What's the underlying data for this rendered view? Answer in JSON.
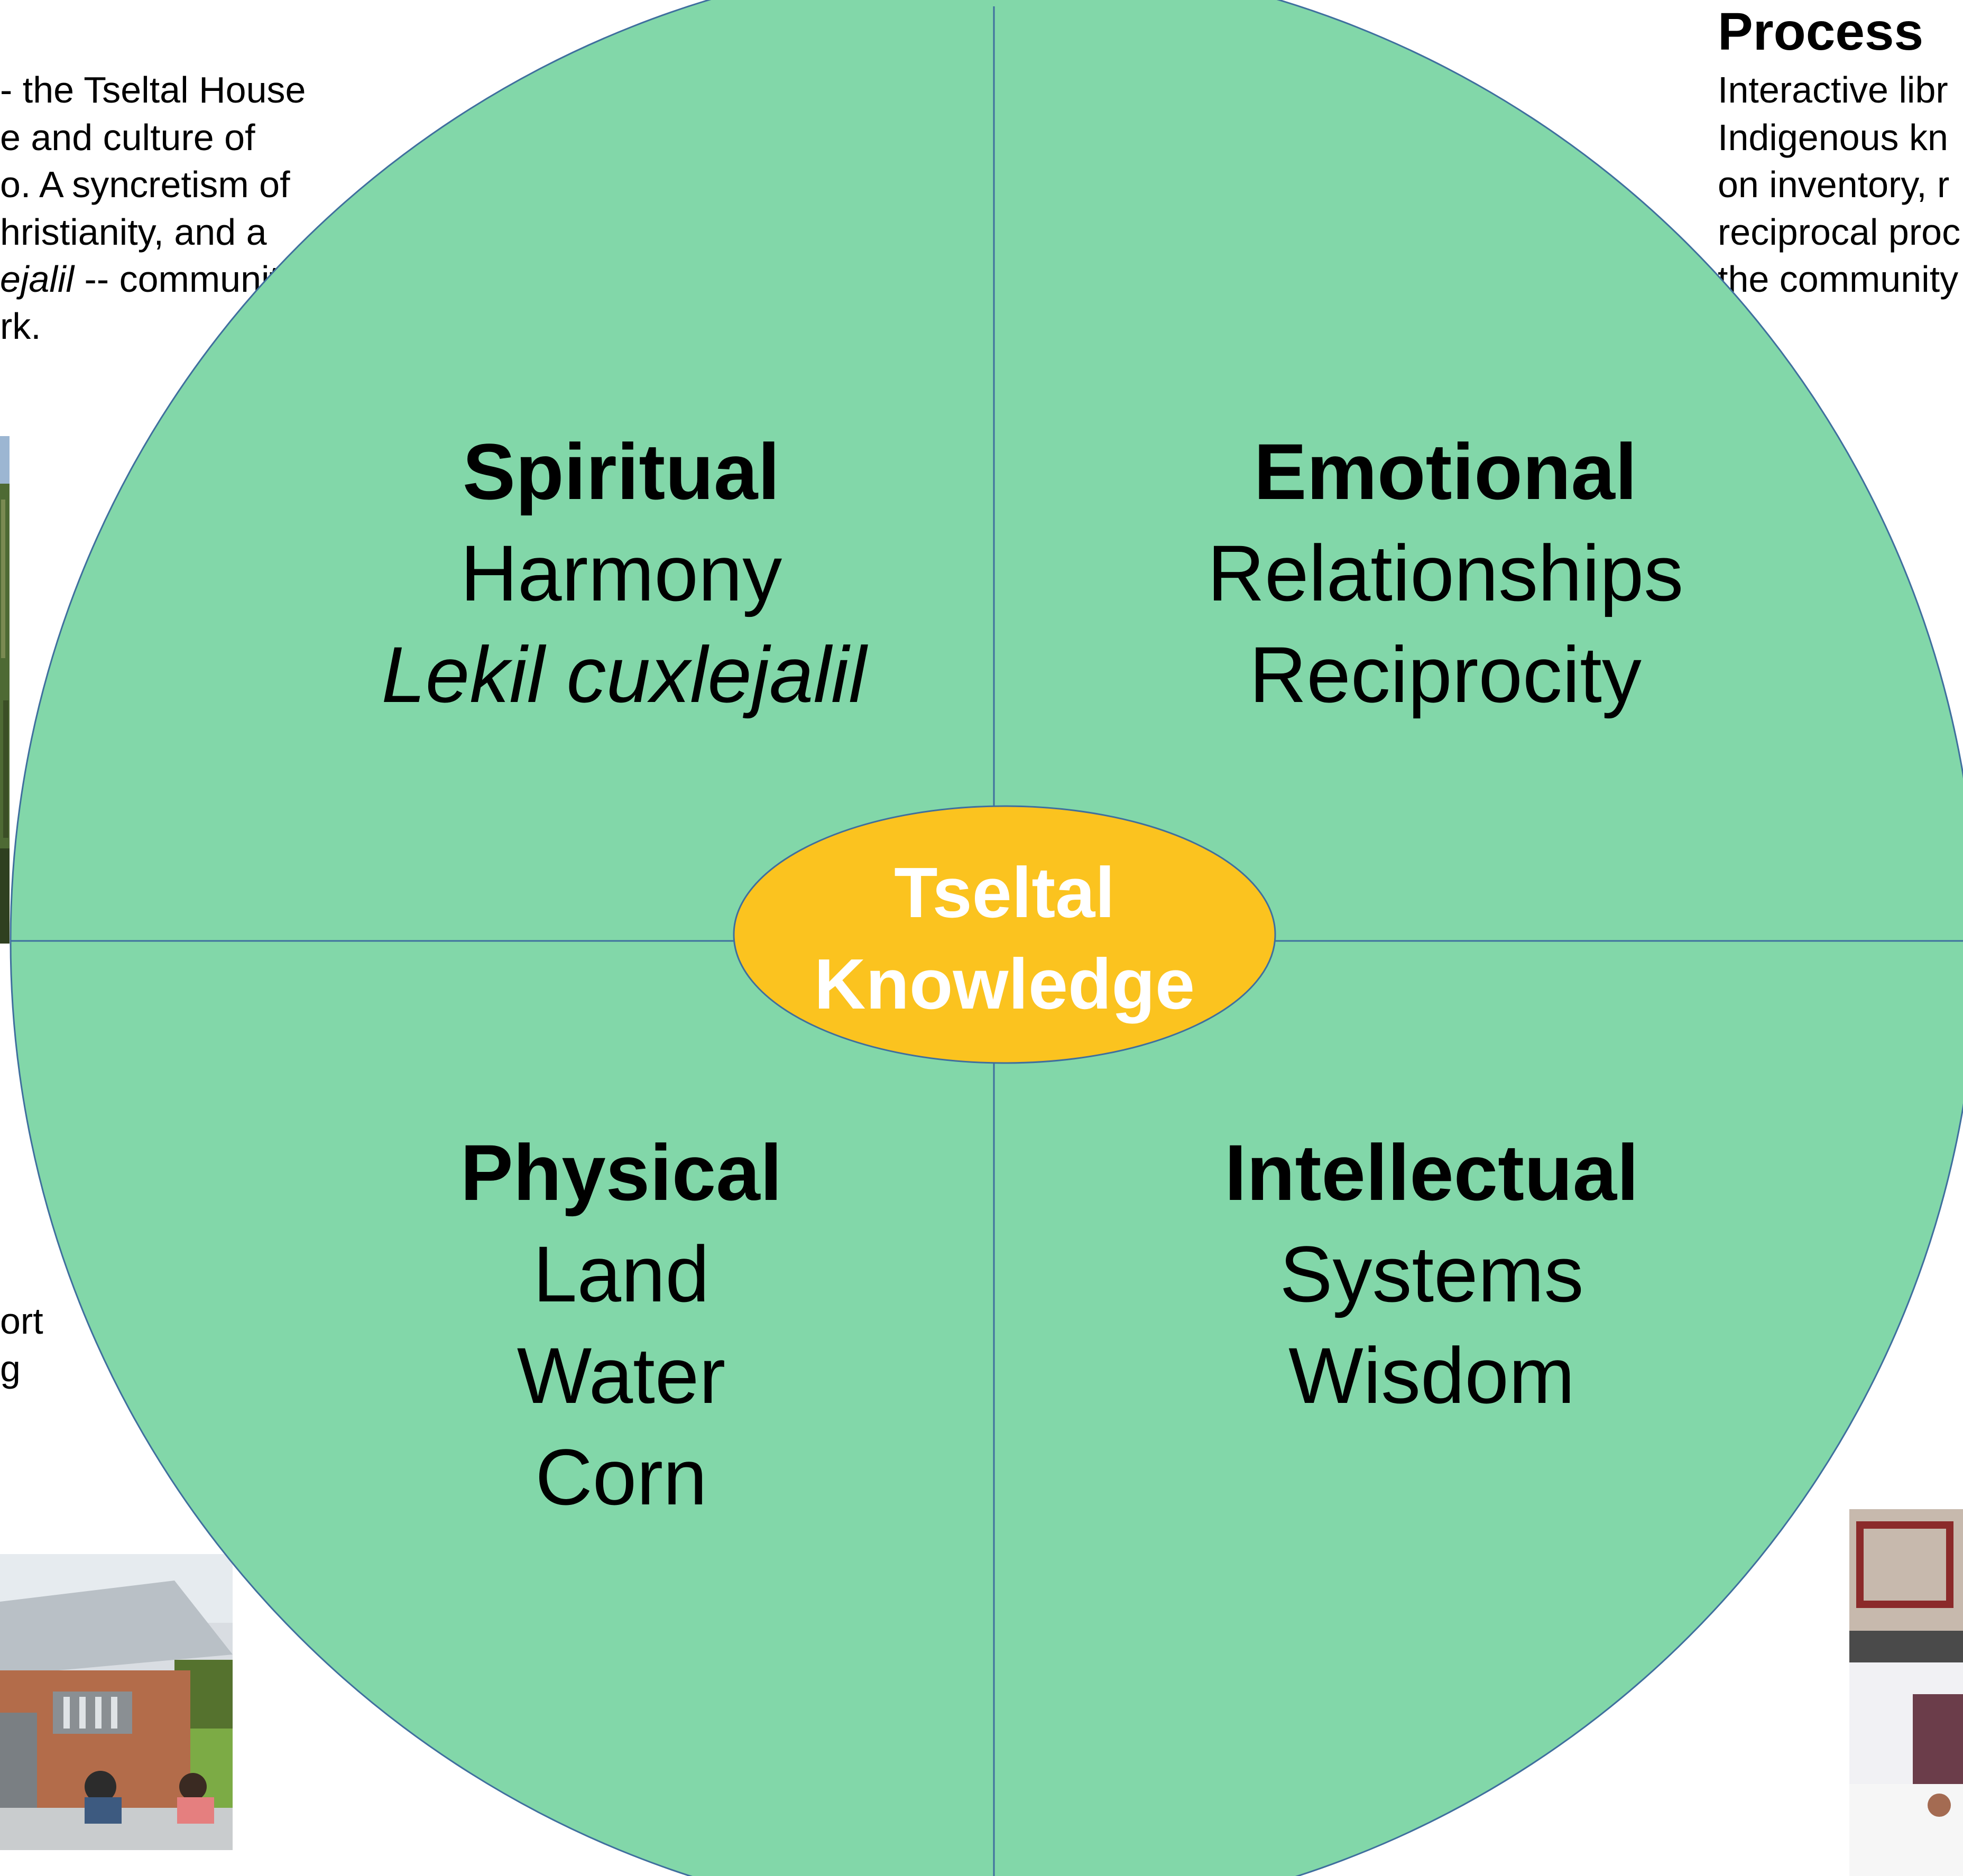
{
  "colors": {
    "circle_fill": "#82d7a9",
    "circle_stroke": "#3f6f9e",
    "center_fill": "#fbc31f",
    "center_text": "#ffffff",
    "text": "#000000"
  },
  "left_text": {
    "lines": [
      "- the Tseltal House",
      "e and culture of",
      "o. A syncretism of",
      "hristianity, and a",
      "ejalil",
      " -- community",
      "rk."
    ],
    "lower_lines": [
      "ort",
      "g"
    ]
  },
  "right_text": {
    "heading": "Process",
    "lines": [
      "Interactive libr",
      "Indigenous kn",
      "on inventory, r",
      "reciprocal proc",
      "the community"
    ]
  },
  "quadrants": {
    "spiritual": {
      "title": "Spiritual",
      "lines": [
        "Harmony",
        "Lekil cuxlejalil"
      ]
    },
    "emotional": {
      "title": "Emotional",
      "lines": [
        "Relationships",
        "Reciprocity"
      ]
    },
    "physical": {
      "title": "Physical",
      "lines": [
        "Land",
        "Water",
        "Corn"
      ]
    },
    "intellectual": {
      "title": "Intellectual",
      "lines": [
        "Systems",
        "Wisdom"
      ]
    }
  },
  "center": {
    "line1": "Tseltal",
    "line2": "Knowledge"
  },
  "photos": {
    "left_top": "tree-photo",
    "left_bottom": "building-photo",
    "right_bottom": "classroom-photo"
  }
}
